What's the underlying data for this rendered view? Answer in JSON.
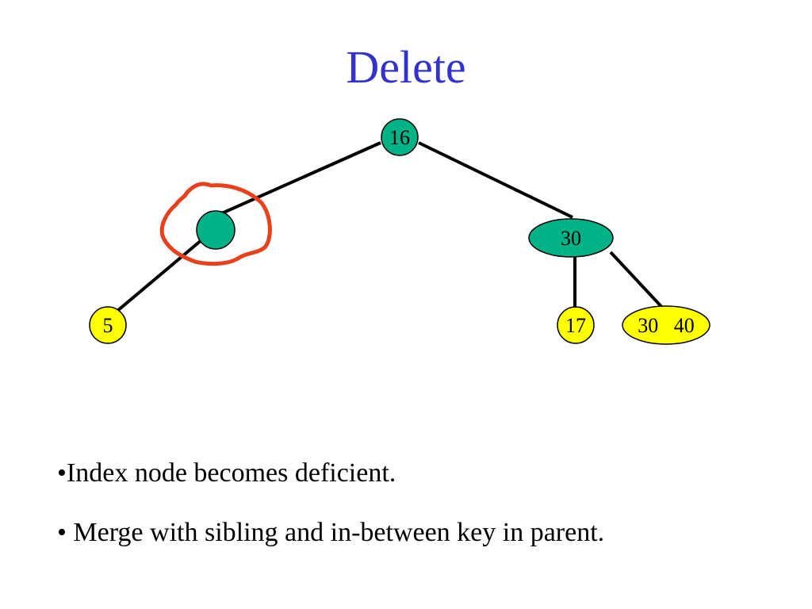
{
  "slide": {
    "title": "Delete"
  },
  "tree": {
    "root": {
      "label": "16"
    },
    "left_index": {
      "label": "",
      "highlighted": true
    },
    "right_index": {
      "label": "30"
    },
    "leaves": [
      {
        "label": "5"
      },
      {
        "label": "17"
      },
      {
        "label": "30   40"
      }
    ],
    "colors": {
      "index_node": "#00b386",
      "leaf_node": "#ffff00",
      "highlight": "#e8401c",
      "edge": "#000000"
    }
  },
  "bullets": [
    "•Index node becomes deficient.",
    "• Merge with sibling and in-between key in parent."
  ]
}
